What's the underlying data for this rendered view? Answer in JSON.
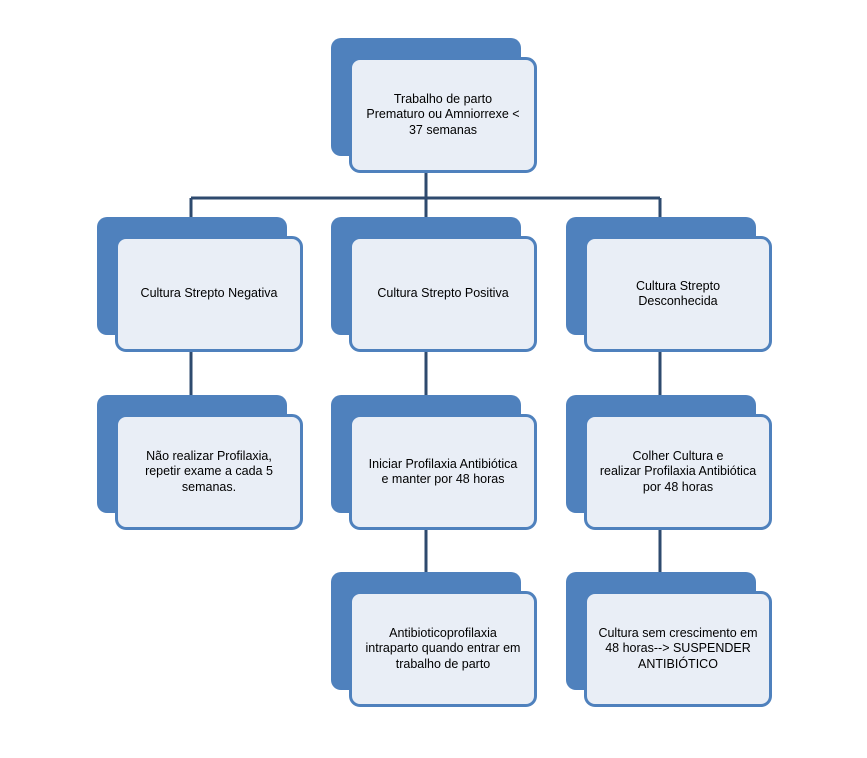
{
  "diagram": {
    "colors": {
      "node_fill": "#e9eef6",
      "node_border": "#4f81bd",
      "node_shadow": "#4f81bd",
      "connector": "#2e4a6e",
      "text": "#000000"
    },
    "root": {
      "label": "Trabalho de parto\nPrematuro ou Amniorrexe <\n37 semanas"
    },
    "branches": {
      "negative": {
        "culture": "Cultura Strepto Negativa",
        "action": "Não realizar Profilaxia,\nrepetir exame a cada 5\nsemanas."
      },
      "positive": {
        "culture": "Cultura Strepto Positiva",
        "action": "Iniciar Profilaxia Antibiótica\ne manter por 48 horas",
        "followup": "Antibioticoprofilaxia\nintraparto quando entrar em\ntrabalho de parto"
      },
      "unknown": {
        "culture": "Cultura Strepto\nDesconhecida",
        "action": "Colher Cultura e\nrealizar Profilaxia Antibiótica\npor 48 horas",
        "followup": "Cultura sem crescimento em\n48 horas--> SUSPENDER\nANTIBIÓTICO"
      }
    }
  }
}
